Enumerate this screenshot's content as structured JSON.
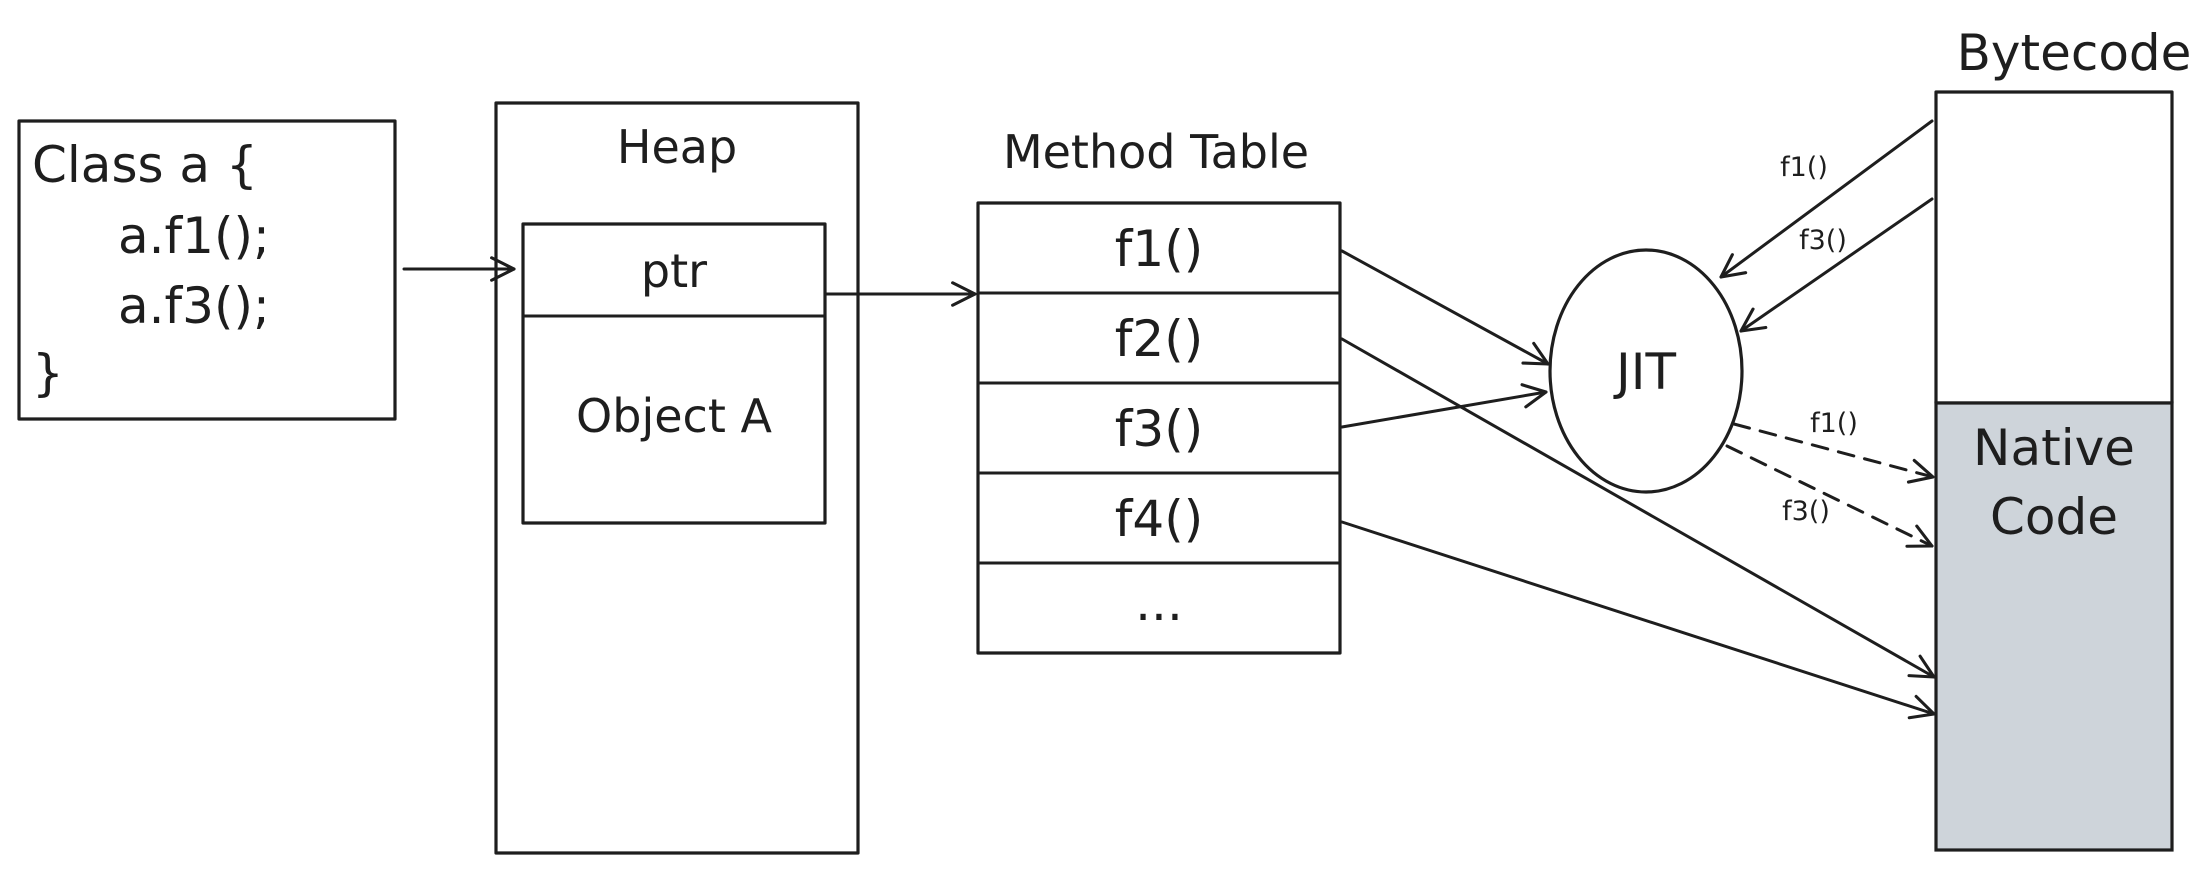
{
  "colors": {
    "stroke": "#1e1e1e",
    "native_fill": "#ced4da",
    "background": "#ffffff"
  },
  "class_box": {
    "lines": [
      "Class a {",
      "a.f1();",
      "a.f3();",
      "}"
    ]
  },
  "heap": {
    "title": "Heap",
    "ptr_label": "ptr",
    "object_label": "Object A"
  },
  "method_table": {
    "title": "Method Table",
    "rows": [
      "f1()",
      "f2()",
      "f3()",
      "f4()",
      "..."
    ]
  },
  "jit": {
    "label": "JIT"
  },
  "bytecode": {
    "title": "Bytecode",
    "edge_labels": [
      "f1()",
      "f3()"
    ]
  },
  "native_code": {
    "lines": [
      "Native",
      "Code"
    ],
    "edge_labels": [
      "f1()",
      "f3()"
    ]
  }
}
